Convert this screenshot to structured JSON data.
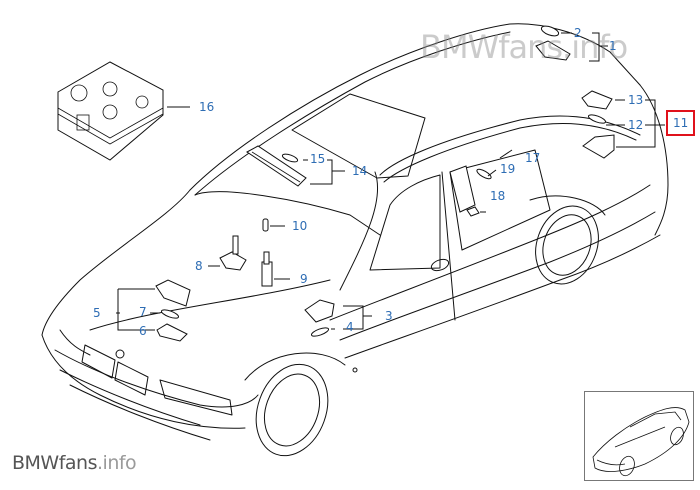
{
  "diagram": {
    "title": "Interior lights – BMW 7 Series parts diagram",
    "watermark": "BMWfans.info",
    "brand": {
      "main": "BMWfans",
      "suffix": ".info"
    },
    "highlight_color": "#e0111b",
    "callout_color": "#2e6db4",
    "callouts": [
      {
        "id": "1",
        "label": "1",
        "highlighted": false
      },
      {
        "id": "2",
        "label": "2",
        "highlighted": false
      },
      {
        "id": "3",
        "label": "3",
        "highlighted": false
      },
      {
        "id": "4",
        "label": "4",
        "highlighted": false
      },
      {
        "id": "5",
        "label": "5",
        "highlighted": false
      },
      {
        "id": "6",
        "label": "6",
        "highlighted": false
      },
      {
        "id": "7",
        "label": "7",
        "highlighted": false
      },
      {
        "id": "8",
        "label": "8",
        "highlighted": false
      },
      {
        "id": "9",
        "label": "9",
        "highlighted": false
      },
      {
        "id": "10",
        "label": "10",
        "highlighted": false
      },
      {
        "id": "11",
        "label": "11",
        "highlighted": true
      },
      {
        "id": "12",
        "label": "12",
        "highlighted": false
      },
      {
        "id": "13",
        "label": "13",
        "highlighted": false
      },
      {
        "id": "14",
        "label": "14",
        "highlighted": false
      },
      {
        "id": "15",
        "label": "15",
        "highlighted": false
      },
      {
        "id": "16",
        "label": "16",
        "highlighted": false
      },
      {
        "id": "17",
        "label": "17",
        "highlighted": false
      },
      {
        "id": "18",
        "label": "18",
        "highlighted": false
      },
      {
        "id": "19",
        "label": "19",
        "highlighted": false
      }
    ],
    "thumbnail": {
      "label": "Car overview thumbnail"
    }
  }
}
